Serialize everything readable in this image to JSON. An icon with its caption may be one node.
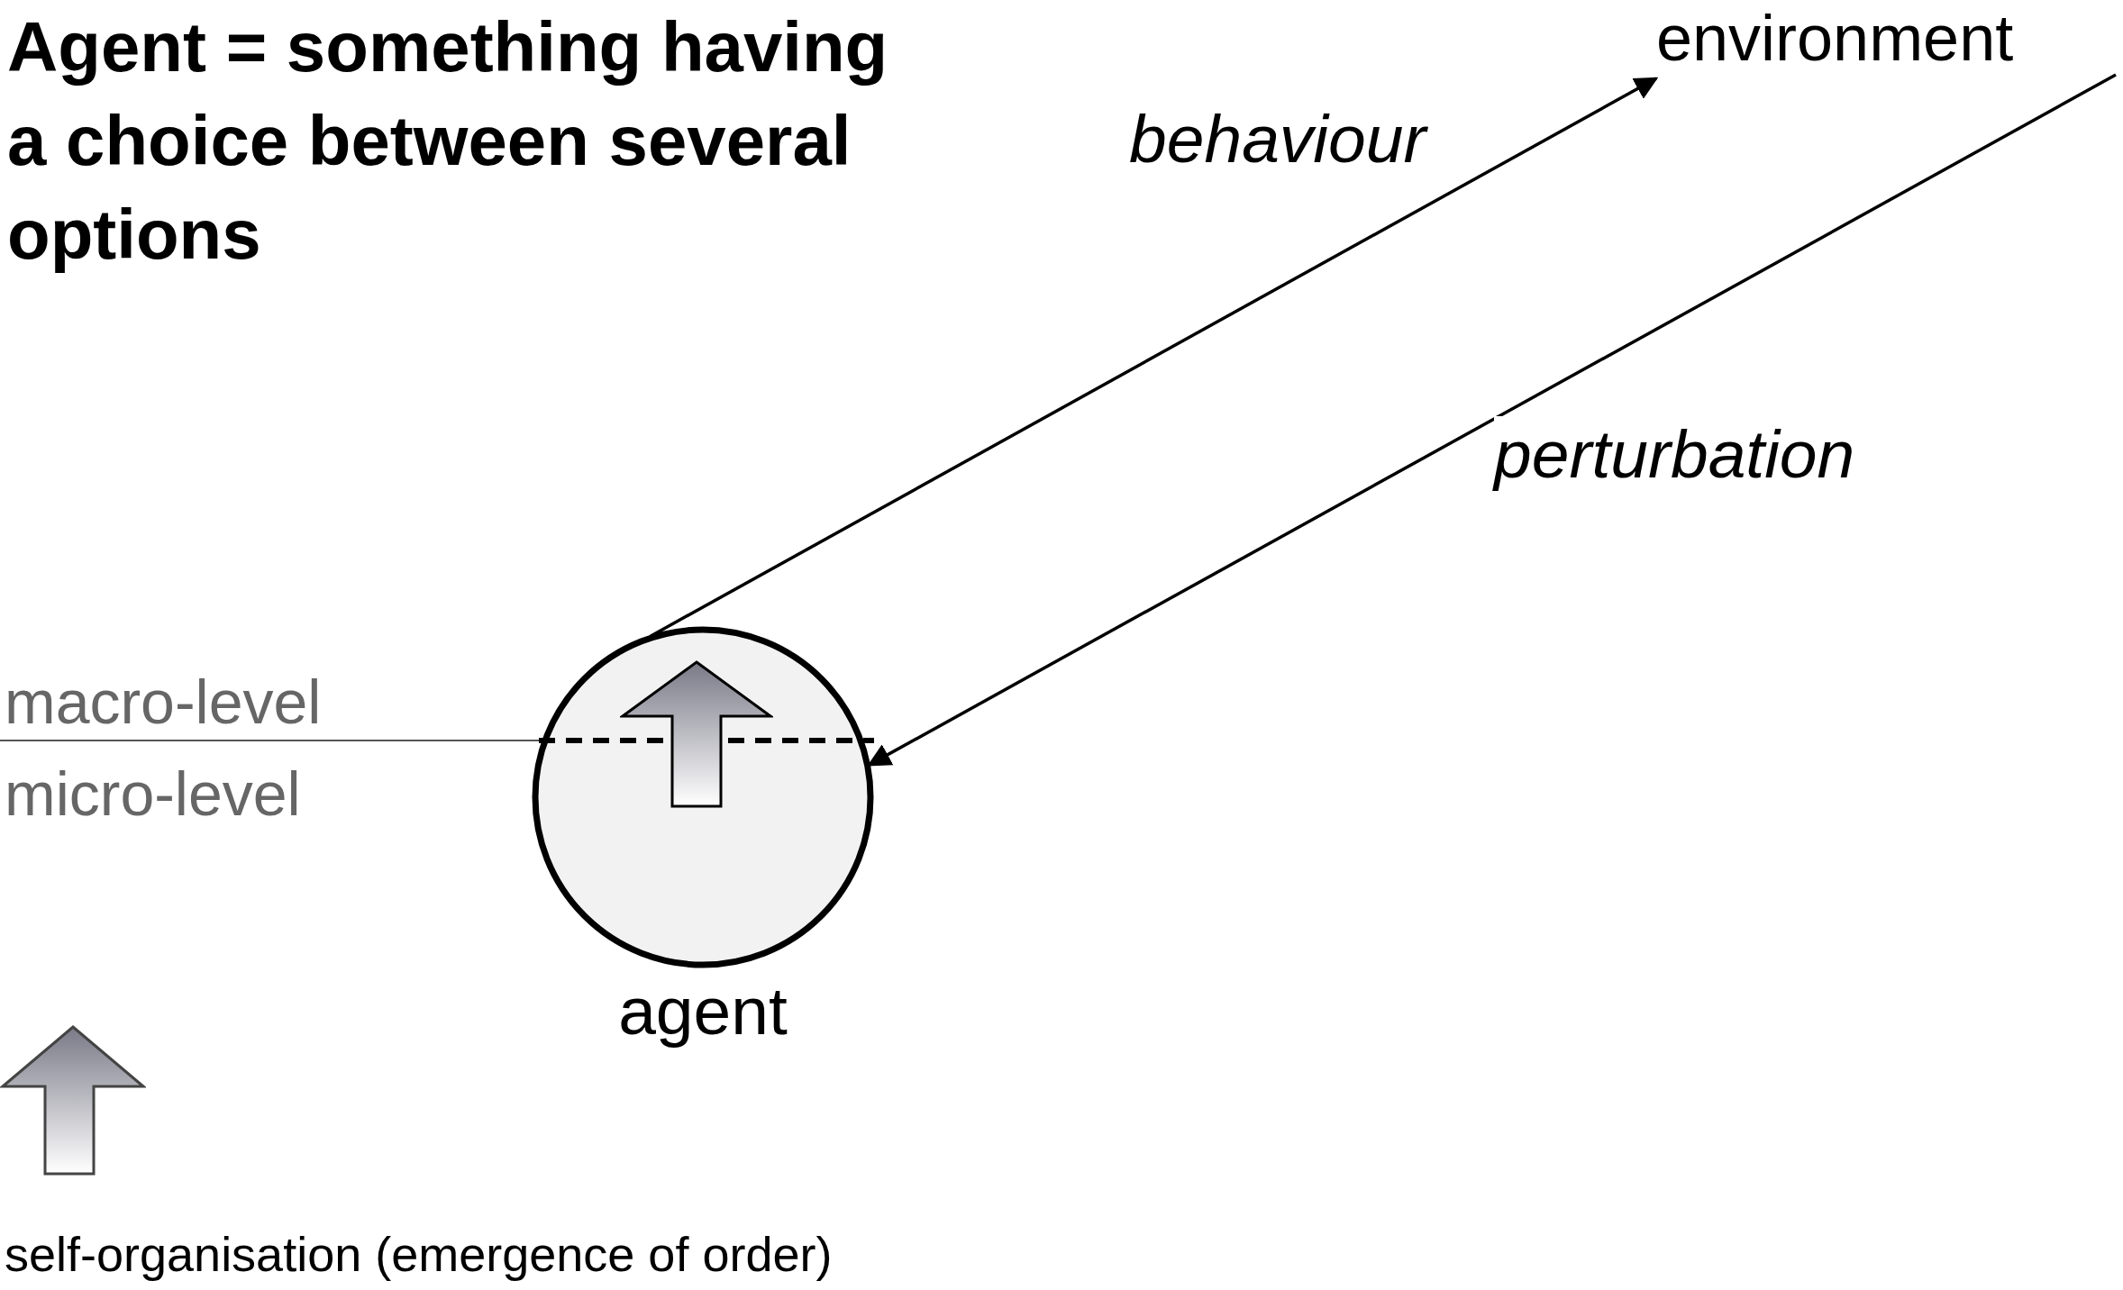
{
  "diagram": {
    "title": "Agent = something having a choice between several options",
    "nodes": [
      {
        "text": [
          "agent"
        ]
      },
      {
        "text": [
          "environment"
        ]
      }
    ],
    "edges": [
      {
        "from": 0,
        "to": 1,
        "arrow": "to",
        "label": "behaviour"
      },
      {
        "from": null,
        "to": 0,
        "arrow": "to",
        "label": "perturbation"
      }
    ],
    "labels": [
      "macro-level",
      "micro-level"
    ],
    "legend": [
      {
        "text": "self-organisation (emergence of order)"
      }
    ]
  }
}
